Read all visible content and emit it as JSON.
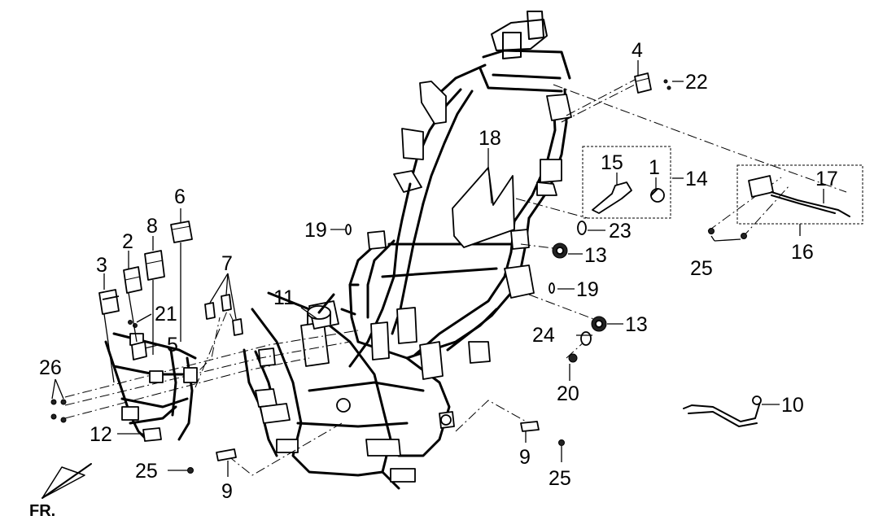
{
  "labels": {
    "p1": "1",
    "p2": "2",
    "p3": "3",
    "p4": "4",
    "p5": "5",
    "p6": "6",
    "p7": "7",
    "p8": "8",
    "p9a": "9",
    "p9b": "9",
    "p10": "10",
    "p11": "11",
    "p12": "12",
    "p13a": "13",
    "p13b": "13",
    "p14": "14",
    "p15": "15",
    "p16": "16",
    "p17": "17",
    "p18": "18",
    "p19a": "19",
    "p19b": "19",
    "p20": "20",
    "p21": "21",
    "p22": "22",
    "p23": "23",
    "p24": "24",
    "p25a": "25",
    "p25b": "25",
    "p25c": "25",
    "p26": "26"
  },
  "front_marker": "FR."
}
